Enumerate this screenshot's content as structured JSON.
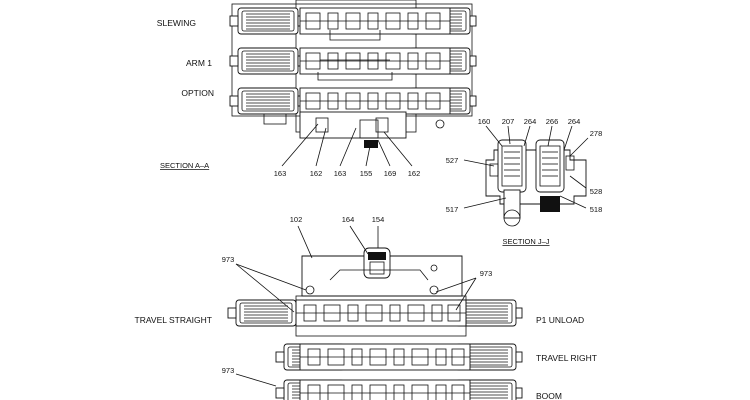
{
  "labels": {
    "slewing": "SLEWING",
    "arm1": "ARM 1",
    "option": "OPTION",
    "section_aa": "SECTION  A–A",
    "section_jj": "SECTION  J–J",
    "travel_straight": "TRAVEL STRAIGHT",
    "p1_unload": "P1 UNLOAD",
    "travel_right": "TRAVEL RIGHT",
    "boom": "BOOM"
  },
  "callouts_aa": [
    "163",
    "162",
    "163",
    "155",
    "169",
    "162"
  ],
  "callouts_jj": [
    "160",
    "207",
    "264",
    "266",
    "264",
    "278",
    "527",
    "528",
    "517",
    "518"
  ],
  "callouts_lower": [
    "102",
    "164",
    "154",
    "973",
    "973",
    "973"
  ]
}
